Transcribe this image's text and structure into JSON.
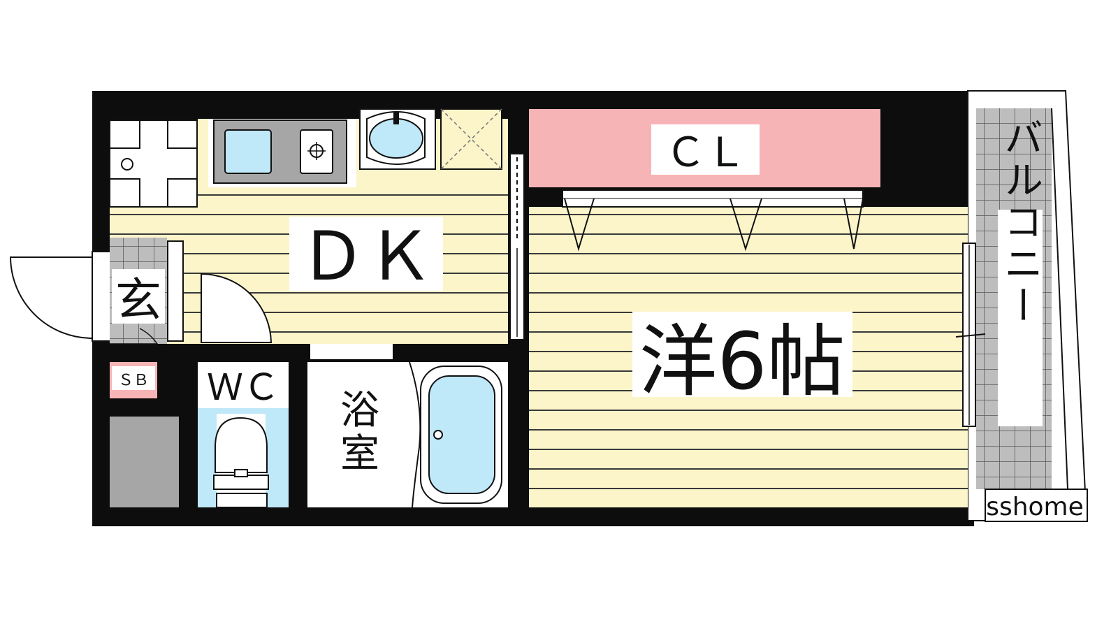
{
  "colors": {
    "wall": "#0d0d0d",
    "floor_stripe_bg": "#fbf5c9",
    "floor_stripe_line": "#3a3a3a",
    "closet": "#f7b4b6",
    "water": "#bfe8f8",
    "tile": "#bdbdbd",
    "storage": "#a6a6a6",
    "shoe_box": "#f7b4b6"
  },
  "rooms": {
    "dk": "ＤＫ",
    "western": "洋6帖",
    "closet": "ＣＬ",
    "entrance": "玄",
    "shoe_box": "ＳＢ",
    "toilet": "ＷＣ",
    "bath_line1": "浴",
    "bath_line2": "室",
    "balcony": "バルコニー"
  },
  "credit": "sshome"
}
